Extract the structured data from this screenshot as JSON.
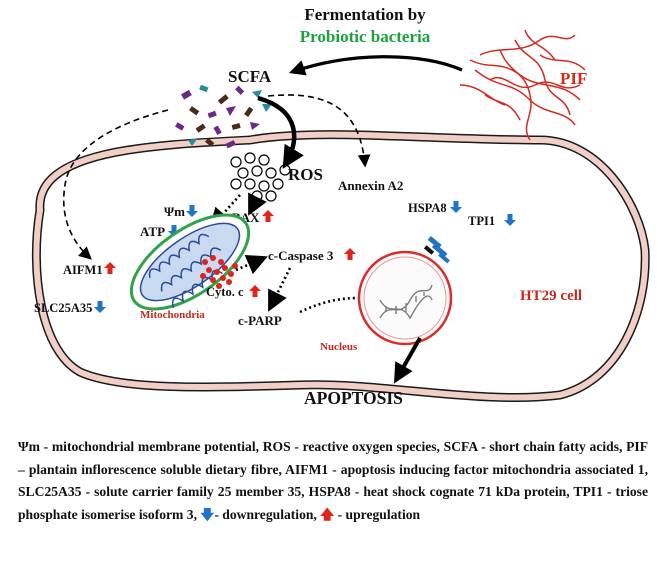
{
  "title_line1": "Fermentation by",
  "title_line2": "Probiotic bacteria",
  "labels": {
    "scfa": "SCFA",
    "pif": "PIF",
    "ros": "ROS",
    "annexin": "Annexin A2",
    "hspa8": "HSPA8",
    "tpi1": "TPI1",
    "psi_m": "Ψm",
    "atp": "ATP",
    "bax": "BAX",
    "caspase": "c-Caspase 3",
    "aifm1": "AIFM1",
    "cyto_c": "Cyto. c",
    "slc": "SLC25A35",
    "mitochondria": "Mitochondria",
    "cparp": "c-PARP",
    "ht29": "HT29 cell",
    "nucleus": "Nucleus",
    "apoptosis": "APOPTOSIS"
  },
  "legend": {
    "part1": "Ψm - mitochondrial membrane potential, ROS - reactive oxygen species, SCFA - short chain fatty acids, PIF – plantain inflorescence soluble dietary fibre, AIFM1 - apoptosis inducing factor mitochondria associated 1, SLC25A35 - solute carrier family 25 member 35, HSPA8 - heat shock cognate 71 kDa protein, TPI1 - triose phosphate isomerise isoform 3, ",
    "down_text": "- downregulation, ",
    "up_text": " - upregulation"
  },
  "colors": {
    "up_arrow": "#e0231b",
    "down_arrow": "#1f73c9",
    "pif_red": "#d42a1e",
    "probiotic_green": "#19a33a",
    "mito_green": "#2fa34a",
    "cell_membrane": "#f1cfc6",
    "nucleus_red": "#dd2a2a"
  },
  "icons": {
    "up": "red-up-arrow-icon",
    "down": "blue-down-arrow-icon"
  }
}
